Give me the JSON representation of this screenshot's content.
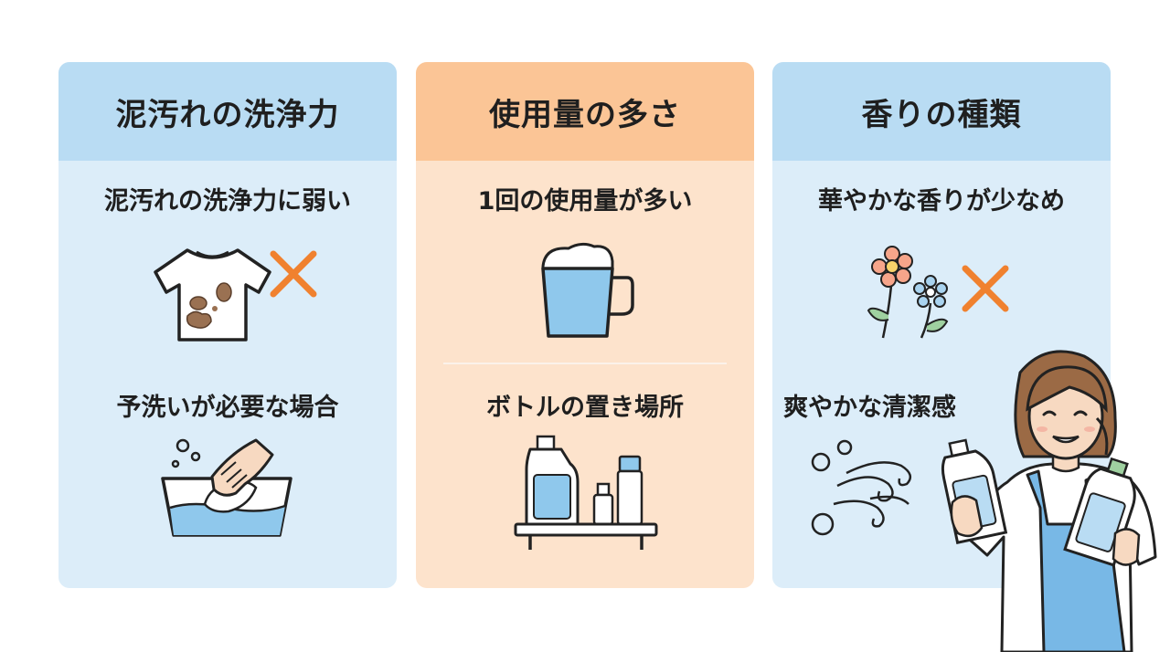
{
  "colors": {
    "card_blue": "#dcedf9",
    "card_blue_header": "#b9dcf3",
    "card_orange": "#fde3cc",
    "card_orange_header": "#fbc596",
    "cross_mark": "#f0812f",
    "water_blue": "#8fc8ec",
    "stain_brown": "#9a7152"
  },
  "cards": [
    {
      "title": "泥汚れの洗浄力",
      "items": [
        {
          "label": "泥汚れの洗浄力に弱い",
          "icon": "stained-shirt-icon",
          "mark": "cross-icon"
        },
        {
          "label": "予洗いが必要な場合",
          "icon": "hand-wash-basin-icon"
        }
      ]
    },
    {
      "title": "使用量の多さ",
      "items": [
        {
          "label": "1回の使用量が多い",
          "icon": "measuring-cup-icon"
        },
        {
          "label": "ボトルの置き場所",
          "icon": "bottles-on-shelf-icon"
        }
      ]
    },
    {
      "title": "香りの種類",
      "items": [
        {
          "label": "華やかな香りが少なめ",
          "icon": "flowers-icon",
          "mark": "cross-icon"
        },
        {
          "label": "爽やかな清潔感",
          "icon": "fresh-breeze-icon"
        }
      ]
    }
  ],
  "illustration": {
    "icon": "woman-holding-bottles-icon"
  }
}
